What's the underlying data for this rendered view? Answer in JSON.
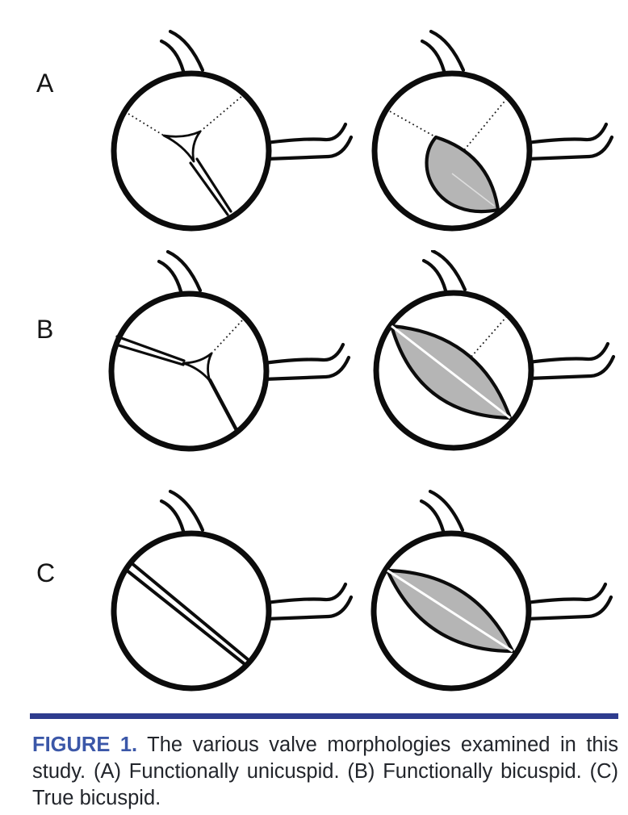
{
  "figure": {
    "panels": [
      {
        "label": "A",
        "morphology": "Functionally unicuspid",
        "left_diagram": "closed-valve-two-fused-commissures",
        "right_diagram": "open-valve-small-eccentric-orifice"
      },
      {
        "label": "B",
        "morphology": "Functionally bicuspid",
        "left_diagram": "closed-valve-one-fused-commissure",
        "right_diagram": "open-valve-large-oval-orifice-with-raphe"
      },
      {
        "label": "C",
        "morphology": "True bicuspid",
        "left_diagram": "closed-valve-single-straight-commissure",
        "right_diagram": "open-valve-large-oval-orifice"
      }
    ],
    "caption": {
      "label": "FIGURE 1.",
      "lines": {
        "first_rest": "The various valve morphologies examined in this",
        "second": "study. (A) Functionally unicuspid. (B) Functionally bicuspid. (C)",
        "third": "True bicuspid."
      },
      "full_text": "FIGURE 1. The various valve morphologies examined in this study. (A) Functionally unicuspid. (B) Functionally bicuspid. (C) True bicuspid."
    },
    "colors": {
      "caption_label_blue": "#3b57a8",
      "rule_blue": "#2e3c8e",
      "valve_fill_gray": "#b5b5b5",
      "line_black": "#0c0c0c"
    }
  }
}
